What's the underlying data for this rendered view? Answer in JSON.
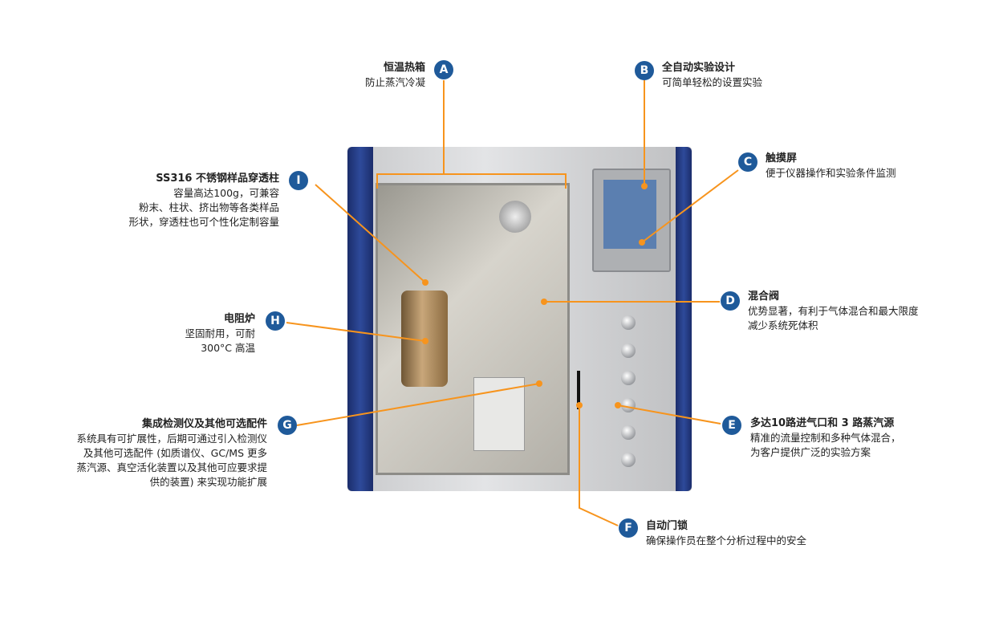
{
  "colors": {
    "accent": "#f7941d",
    "badge": "#1f5a9a"
  },
  "callouts": {
    "A": {
      "letter": "A",
      "title": "恒温热箱",
      "desc": [
        "防止蒸汽冷凝"
      ]
    },
    "B": {
      "letter": "B",
      "title": "全自动实验设计",
      "desc": [
        "可简单轻松的设置实验"
      ]
    },
    "C": {
      "letter": "C",
      "title": "触摸屏",
      "desc": [
        "便于仪器操作和实验条件监测"
      ]
    },
    "D": {
      "letter": "D",
      "title": "混合阀",
      "desc": [
        "优势显著，有利于气体混合和最大限度",
        "减少系统死体积"
      ]
    },
    "E": {
      "letter": "E",
      "title": "多达10路进气口和 3 路蒸汽源",
      "desc": [
        "精准的流量控制和多种气体混合，",
        "为客户提供广泛的实验方案"
      ]
    },
    "F": {
      "letter": "F",
      "title": "自动门锁",
      "desc": [
        "确保操作员在整个分析过程中的安全"
      ]
    },
    "G": {
      "letter": "G",
      "title": "集成检测仪及其他可选配件",
      "desc": [
        "系统具有可扩展性，后期可通过引入检测仪",
        "及其他可选配件 (如质谱仪、GC/MS 更多",
        "蒸汽源、真空活化装置以及其他可应要求提",
        "供的装置) 来实现功能扩展"
      ]
    },
    "H": {
      "letter": "H",
      "title": "电阻炉",
      "desc": [
        "坚固耐用，可耐",
        "300°C 高温"
      ]
    },
    "I": {
      "letter": "I",
      "title": "SS316  不锈钢样品穿透柱",
      "desc": [
        "容量高达100g，可兼容",
        "粉末、柱状、挤出物等各类样品",
        "形状，穿透柱也可个性化定制容量"
      ]
    }
  }
}
